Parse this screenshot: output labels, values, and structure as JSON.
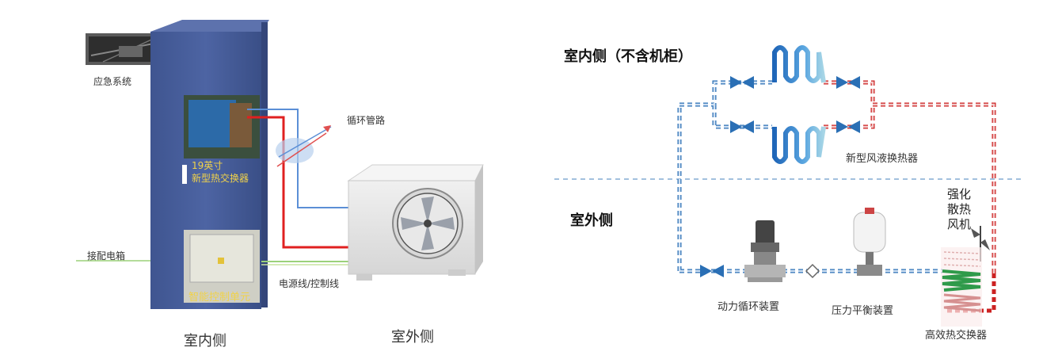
{
  "left_diagram": {
    "labels": {
      "emergency_system": "应急系统",
      "circulation_pipe": "循环管路",
      "heat_exchanger_line1": "19英寸",
      "heat_exchanger_line2": "新型热交换器",
      "distribution_box": "接配电箱",
      "smart_control_unit": "智能控制单元",
      "power_control_line": "电源线/控制线",
      "indoor_side": "室内侧",
      "outdoor_side": "室外侧"
    },
    "colors": {
      "cabinet": "#4a5f9c",
      "hot_pipe": "#e02020",
      "cold_pipe": "#5b8fd6",
      "cable": "#9bd17a"
    }
  },
  "right_diagram": {
    "labels": {
      "indoor_header": "室内侧（不含机柜）",
      "outdoor_header": "室外侧",
      "new_air_liquid_exchanger": "新型风液换热器",
      "fan_line1": "强化",
      "fan_line2": "散热",
      "fan_line3": "风机",
      "power_circulation": "动力循环装置",
      "pressure_balance": "压力平衡装置",
      "efficient_exchanger": "高效热交换器"
    },
    "colors": {
      "hot_pipe": "#cc2222",
      "cold_pipe": "#2a6fb5",
      "divider": "#6a9ac9",
      "coil_green": "#2f9a4a"
    }
  }
}
